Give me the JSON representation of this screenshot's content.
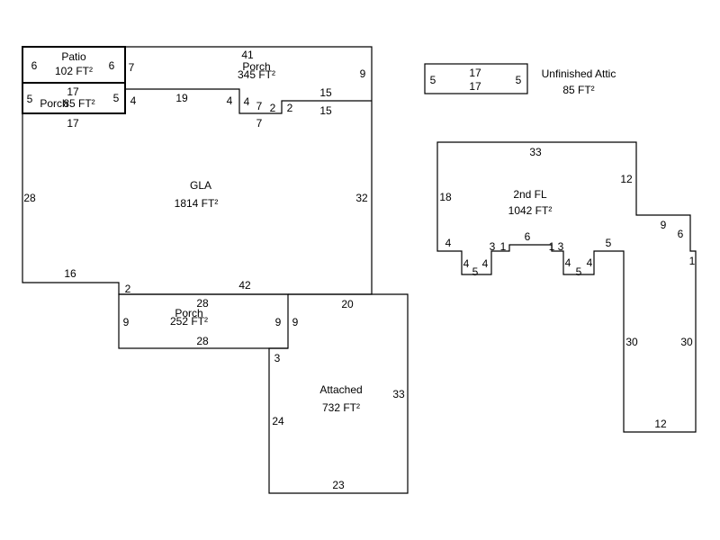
{
  "areas": {
    "patio": {
      "name": "Patio",
      "area": "102 FT²"
    },
    "porch_top": {
      "name": "Porch",
      "area": "345 FT²"
    },
    "porch_left": {
      "name": "Porch",
      "area": "85 FT²"
    },
    "gla": {
      "name": "GLA",
      "area": "1814 FT²"
    },
    "porch_bottom": {
      "name": "Porch",
      "area": "252 FT²"
    },
    "attached": {
      "name": "Attached",
      "area": "732 FT²"
    },
    "attic": {
      "name": "Unfinished Attic",
      "area": "85 FT²"
    },
    "second_fl": {
      "name": "2nd FL",
      "area": "1042 FT²"
    }
  },
  "dims": {
    "patio_left": "6",
    "patio_right": "6",
    "porch_top_width": "41",
    "porch_top_left": "7",
    "porch_top_right": "9",
    "porch_left_top": "17",
    "porch_left_left": "5",
    "porch_left_right": "5",
    "porch_left_bottom": "17",
    "gla_step_19": "19",
    "gla_step_4a": "4",
    "gla_step_4b": "4",
    "gla_step_4c": "4",
    "gla_step_7a": "7",
    "gla_step_7b": "7",
    "gla_step_2a": "2",
    "gla_step_2b": "2",
    "gla_step_15a": "15",
    "gla_step_15b": "15",
    "gla_left": "28",
    "gla_right": "32",
    "gla_bottom_left": "16",
    "gla_bottom_2": "2",
    "gla_bottom": "42",
    "porch_bottom_top": "28",
    "porch_bottom_left": "9",
    "porch_bottom_right": "9",
    "porch_bottom_bottom": "28",
    "garage_top": "20",
    "garage_left_9": "9",
    "garage_left_3": "3",
    "garage_left": "24",
    "garage_right": "33",
    "garage_bottom": "23",
    "attic_top": "17",
    "attic_bottom": "17",
    "attic_left": "5",
    "attic_right": "5",
    "fl_top": "33",
    "fl_left": "18",
    "fl_right_12": "12",
    "fl_right_9": "9",
    "fl_right_6": "6",
    "fl_right_1": "1",
    "fl_n4a": "4",
    "fl_n5a": "5",
    "fl_n4b": "4",
    "fl_n3a": "3",
    "fl_n1a": "1",
    "fl_n6": "6",
    "fl_n1b": "1",
    "fl_n3b": "3",
    "fl_n4c": "4",
    "fl_n5b": "5",
    "fl_n4d": "4",
    "fl_n5c": "5",
    "fl_30a": "30",
    "fl_30b": "30",
    "fl_bottom": "12"
  }
}
